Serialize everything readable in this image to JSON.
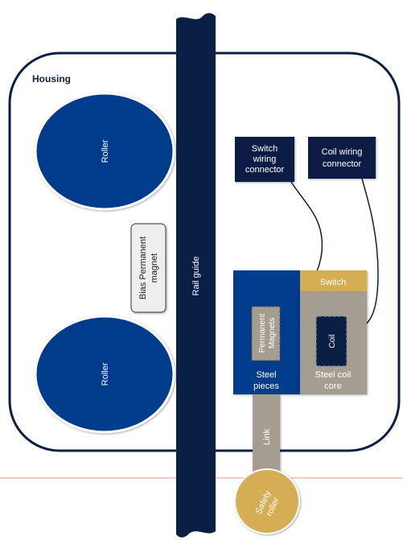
{
  "diagram": {
    "housing_label": "Housing",
    "roller_top_label": "Roller",
    "roller_bottom_label": "Roller",
    "bias_magnet_label": [
      "Bias Permanent",
      "magnet"
    ],
    "rail_guide_label": "Rail guide",
    "switch_connector_label": [
      "Switch",
      "wiring",
      "connector"
    ],
    "coil_connector_label": [
      "Coil wiring",
      "connector"
    ],
    "switch_label": "Switch",
    "permanent_magnets_label": [
      "Permanent",
      "Magnets"
    ],
    "coil_label": "Coil",
    "steel_pieces_label": [
      "Steel",
      "pieces"
    ],
    "steel_coil_core_label": [
      "Steel coil",
      "core"
    ],
    "link_label": "Link",
    "safety_roller_label": [
      "Safety",
      "roller"
    ]
  },
  "colors": {
    "navy": "#0a1f44",
    "blue": "#003a8c",
    "tan": "#d4ad55",
    "taupe": "#a69d91",
    "grey_box": "#b3aaa2",
    "housing_stroke": "#0a1f44",
    "ref_line": "#e39a8a"
  }
}
